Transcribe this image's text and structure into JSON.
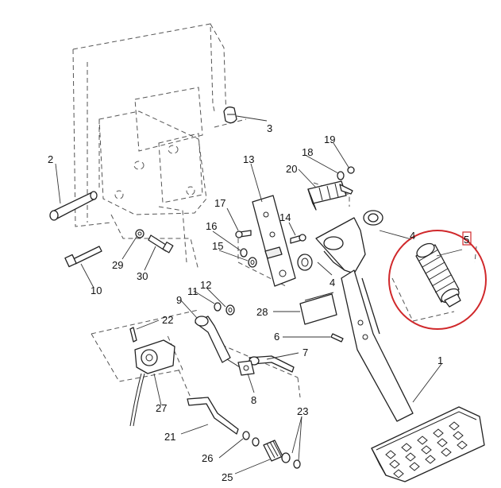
{
  "callouts": [
    {
      "id": "c1",
      "label": "1"
    },
    {
      "id": "c2",
      "label": "2"
    },
    {
      "id": "c3",
      "label": "3"
    },
    {
      "id": "c4a",
      "label": "4"
    },
    {
      "id": "c4b",
      "label": "4"
    },
    {
      "id": "c5",
      "label": "5"
    },
    {
      "id": "c6",
      "label": "6"
    },
    {
      "id": "c7",
      "label": "7"
    },
    {
      "id": "c8",
      "label": "8"
    },
    {
      "id": "c9",
      "label": "9"
    },
    {
      "id": "c10",
      "label": "10"
    },
    {
      "id": "c11",
      "label": "11"
    },
    {
      "id": "c12",
      "label": "12"
    },
    {
      "id": "c13",
      "label": "13"
    },
    {
      "id": "c14",
      "label": "14"
    },
    {
      "id": "c15",
      "label": "15"
    },
    {
      "id": "c16",
      "label": "16"
    },
    {
      "id": "c17",
      "label": "17"
    },
    {
      "id": "c18",
      "label": "18"
    },
    {
      "id": "c19",
      "label": "19"
    },
    {
      "id": "c20",
      "label": "20"
    },
    {
      "id": "c21",
      "label": "21"
    },
    {
      "id": "c22",
      "label": "22"
    },
    {
      "id": "c23",
      "label": "23"
    },
    {
      "id": "c25",
      "label": "25"
    },
    {
      "id": "c26",
      "label": "26"
    },
    {
      "id": "c27",
      "label": "27"
    },
    {
      "id": "c28",
      "label": "28"
    },
    {
      "id": "c29",
      "label": "29"
    },
    {
      "id": "c30",
      "label": "30"
    }
  ],
  "highlight": {
    "ring_color": "#d0282b",
    "label_box_color": "#d0282b",
    "highlighted_label": "5"
  },
  "colors": {
    "line": "#222222",
    "dashed_line": "#555555",
    "background": "#ffffff"
  }
}
